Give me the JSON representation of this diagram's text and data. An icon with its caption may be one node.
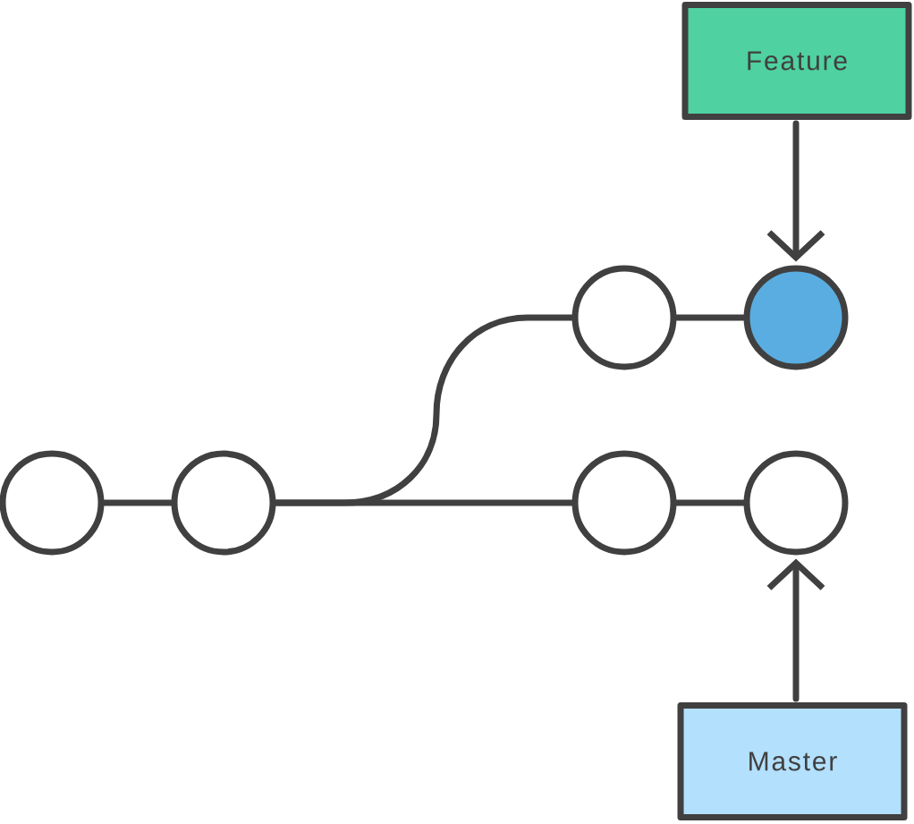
{
  "diagram": {
    "nodes": [
      {
        "text": [
          "Feature"
        ]
      },
      {
        "text": [],
        "shape": "circle"
      },
      {
        "text": [],
        "shape": "circle"
      },
      {
        "text": [],
        "shape": "circle"
      },
      {
        "text": [],
        "shape": "circle"
      },
      {
        "text": [],
        "shape": "circle"
      },
      {
        "text": [],
        "shape": "circle"
      },
      {
        "text": [
          "Master"
        ]
      }
    ],
    "edges": [
      {
        "from": 0,
        "to": 4,
        "arrow": "to"
      },
      {
        "from": 1,
        "to": 2,
        "arrow": "none"
      },
      {
        "from": 2,
        "to": 3,
        "arrow": "none"
      },
      {
        "from": 2,
        "to": 5,
        "arrow": "none"
      },
      {
        "from": 3,
        "to": 4,
        "arrow": "none"
      },
      {
        "from": 5,
        "to": 6,
        "arrow": "none"
      },
      {
        "from": 7,
        "to": 6,
        "arrow": "to"
      }
    ]
  }
}
